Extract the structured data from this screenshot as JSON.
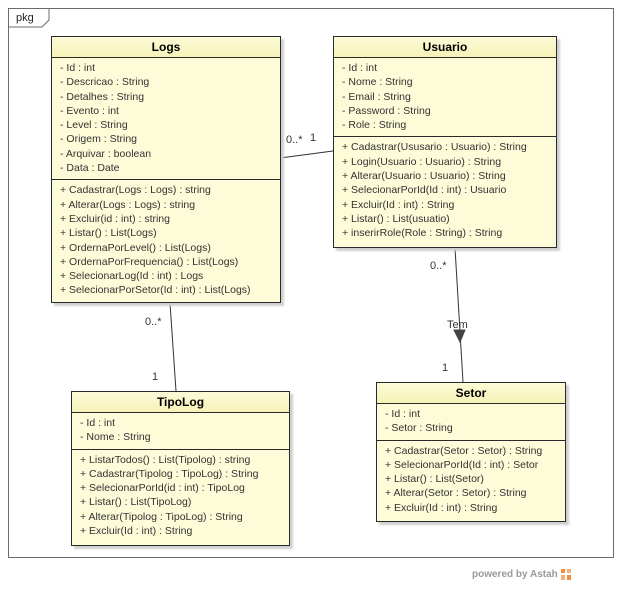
{
  "package": {
    "label": "pkg"
  },
  "classes": {
    "logs": {
      "name": "Logs",
      "attributes": [
        "- Id : int",
        "- Descricao : String",
        "- Detalhes : String",
        "- Evento : int",
        "- Level : String",
        "- Origem : String",
        "- Arquivar : boolean",
        "- Data : Date"
      ],
      "operations": [
        "+ Cadastrar(Logs : Logs) : string",
        "+ Alterar(Logs : Logs) : string",
        "+ Excluir(id : int) : string",
        "+ Listar() : List(Logs)",
        "+ OrdernaPorLevel() : List(Logs)",
        "+ OrdernaPorFrequencia() : List(Logs)",
        "+ SelecionarLog(Id : int) : Logs",
        "+ SelecionarPorSetor(Id : int) : List(Logs)"
      ]
    },
    "usuario": {
      "name": "Usuario",
      "attributes": [
        "- Id : int",
        "- Nome : String",
        "- Email : String",
        "- Password : String",
        "- Role : String"
      ],
      "operations": [
        "+ Cadastrar(Ususario : Usuario) : String",
        "+ Login(Usuario : Usuario) : String",
        "+ Alterar(Usuario : Usuario) : String",
        "+ SelecionarPorId(Id : int) : Usuario",
        "+ Excluir(Id : int) : String",
        "+ Listar() : List(usuatio)",
        "+ inserirRole(Role : String) : String"
      ]
    },
    "tipolog": {
      "name": "TipoLog",
      "attributes": [
        "- Id : int",
        "- Nome : String"
      ],
      "operations": [
        "+ ListarTodos() : List(Tipolog) : string",
        "+ Cadastrar(Tipolog : TipoLog) : String",
        "+ SelecionarPorId(id : int) : TipoLog",
        "+ Listar() : List(TipoLog)",
        "+ Alterar(Tipolog : TipoLog) : String",
        "+ Excluir(Id : int) : String"
      ]
    },
    "setor": {
      "name": "Setor",
      "attributes": [
        "- Id : int",
        "- Setor : String"
      ],
      "operations": [
        "+ Cadastrar(Setor : Setor) : String",
        "+ SelecionarPorId(Id : int) : Setor",
        "+ Listar() : List(Setor)",
        "+ Alterar(Setor : Setor) : String",
        "+ Excluir(Id : int) : String"
      ]
    }
  },
  "associations": {
    "logs_usuario": {
      "logs_end": "0..*",
      "usuario_end": "1"
    },
    "logs_tipolog": {
      "logs_end": "0..*",
      "tipolog_end": "1"
    },
    "usuario_setor": {
      "usuario_end": "0..*",
      "setor_end": "1",
      "name": "Tem"
    }
  },
  "footer": {
    "text": "powered by Astah"
  },
  "colors": {
    "class_fill": "#fdfbd8",
    "border": "#2a2a2a",
    "icon": "#f08c3c"
  }
}
